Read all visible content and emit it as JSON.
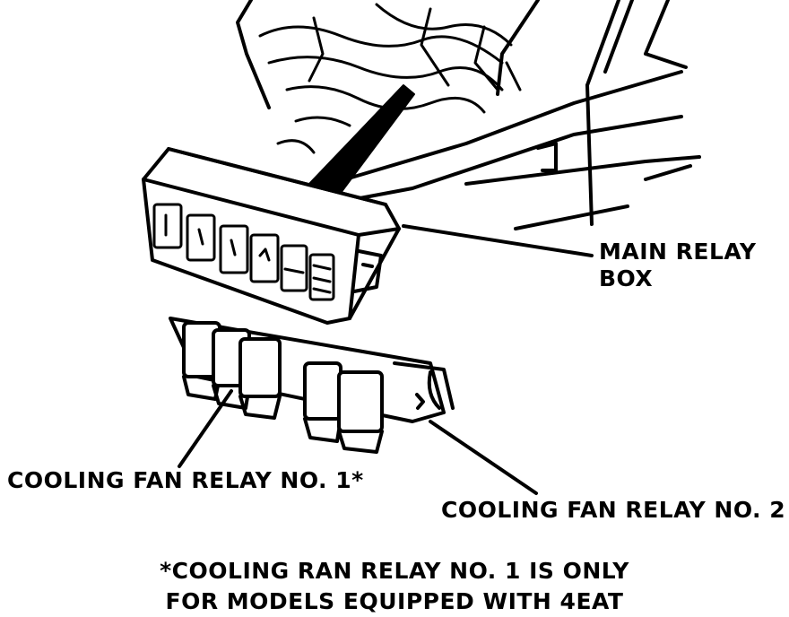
{
  "labels": {
    "main_relay_box_line1": "MAIN RELAY",
    "main_relay_box_line2": "BOX",
    "cooling_fan_relay_1": "COOLING FAN RELAY NO. 1*",
    "cooling_fan_relay_2": "COOLING FAN RELAY NO. 2"
  },
  "footnote": {
    "line1": "*COOLING RAN RELAY NO. 1 IS ONLY",
    "line2": "FOR MODELS EQUIPPED WITH 4EAT"
  },
  "colors": {
    "ink": "#000000",
    "paper": "#ffffff"
  }
}
